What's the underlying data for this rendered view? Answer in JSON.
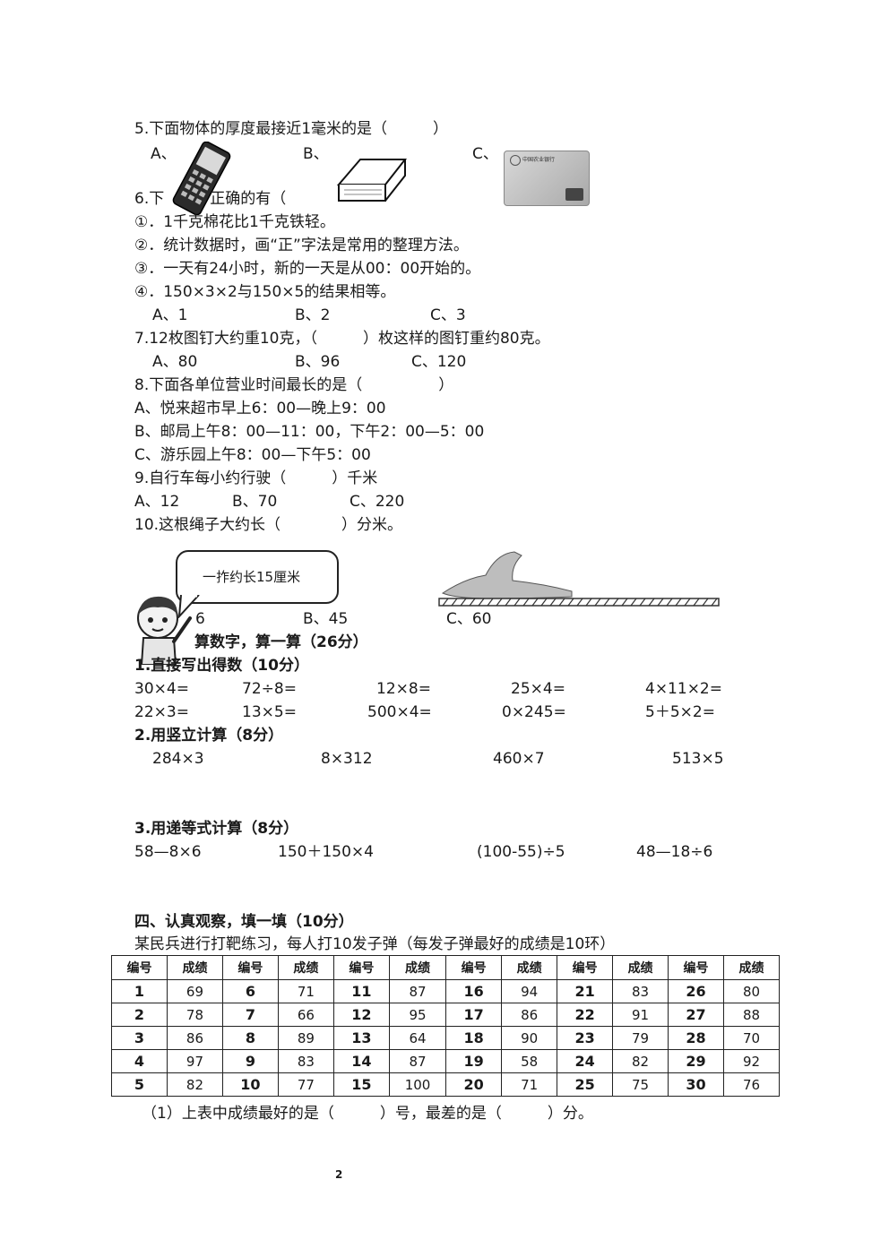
{
  "q5": {
    "stem": "5.下面物体的厚度最接近1毫米的是（　　　）",
    "options": [
      "A、",
      "B、",
      "C、"
    ]
  },
  "q6": {
    "stem": "6.下　　　正确的有（",
    "items": [
      "①．1千克棉花比1千克铁轻。",
      "②．统计数据时，画“正”字法是常用的整理方法。",
      "③．一天有24小时，新的一天是从00：00开始的。",
      "④．150×3×2与150×5的结果相等。"
    ],
    "options": [
      "A、1",
      "B、2",
      "C、3"
    ]
  },
  "q7": {
    "stem": "7.12枚图钉大约重10克，（　　　）枚这样的图钉重约80克。",
    "options": [
      "A、80",
      "B、96",
      "C、120"
    ]
  },
  "q8": {
    "stem": "8.下面各单位营业时间最长的是（　　　　　）",
    "options": [
      "A、悦来超市早上6：00—晚上9：00",
      "B、邮局上午8：00—11：00，下午2：00—5：00",
      "C、游乐园上午8：00—下午5：00"
    ]
  },
  "q9": {
    "stem": "9.自行车每小约行驶（　　　）千米",
    "options": [
      "A、12",
      "B、70",
      "C、220"
    ]
  },
  "q10": {
    "stem": "10.这根绳子大约长（　　　　）分米。",
    "bubble": "一拃约长15厘米",
    "options": [
      "6",
      "B、45",
      "C、60"
    ]
  },
  "section3": {
    "title": "算数字，算一算（26分）",
    "p1": {
      "title": "1.直接写出得数（10分）",
      "row1": [
        "30×4=",
        "72÷8=",
        "12×8=",
        "25×4=",
        "4×11×2="
      ],
      "row2": [
        "22×3=",
        "13×5=",
        "500×4=",
        "0×245=",
        "5＋5×2="
      ]
    },
    "p2": {
      "title": "2.用竖立计算（8分）",
      "items": [
        "284×3",
        "8×312",
        "460×7",
        "513×5"
      ]
    },
    "p3": {
      "title": "3.用递等式计算（8分）",
      "items": [
        "58—8×6",
        "150＋150×4",
        "(100-55)÷5",
        "48—18÷6"
      ]
    }
  },
  "section4": {
    "title": "四、认真观察，填一填（10分）",
    "intro": "某民兵进行打靶练习，每人打10发子弹（每发子弹最好的成绩是10环）",
    "header_id": "编号",
    "header_score": "成绩",
    "rows": [
      [
        [
          "1",
          "69"
        ],
        [
          "6",
          "71"
        ],
        [
          "11",
          "87"
        ],
        [
          "16",
          "94"
        ],
        [
          "21",
          "83"
        ],
        [
          "26",
          "80"
        ]
      ],
      [
        [
          "2",
          "78"
        ],
        [
          "7",
          "66"
        ],
        [
          "12",
          "95"
        ],
        [
          "17",
          "86"
        ],
        [
          "22",
          "91"
        ],
        [
          "27",
          "88"
        ]
      ],
      [
        [
          "3",
          "86"
        ],
        [
          "8",
          "89"
        ],
        [
          "13",
          "64"
        ],
        [
          "18",
          "90"
        ],
        [
          "23",
          "79"
        ],
        [
          "28",
          "70"
        ]
      ],
      [
        [
          "4",
          "97"
        ],
        [
          "9",
          "83"
        ],
        [
          "14",
          "87"
        ],
        [
          "19",
          "58"
        ],
        [
          "24",
          "82"
        ],
        [
          "29",
          "92"
        ]
      ],
      [
        [
          "5",
          "82"
        ],
        [
          "10",
          "77"
        ],
        [
          "15",
          "100"
        ],
        [
          "20",
          "71"
        ],
        [
          "25",
          "75"
        ],
        [
          "30",
          "76"
        ]
      ]
    ],
    "q1": "（1）上表中成绩最好的是（　　　）号，最差的是（　　　）分。"
  },
  "page_number": "2",
  "card_text": "中国农业银行"
}
